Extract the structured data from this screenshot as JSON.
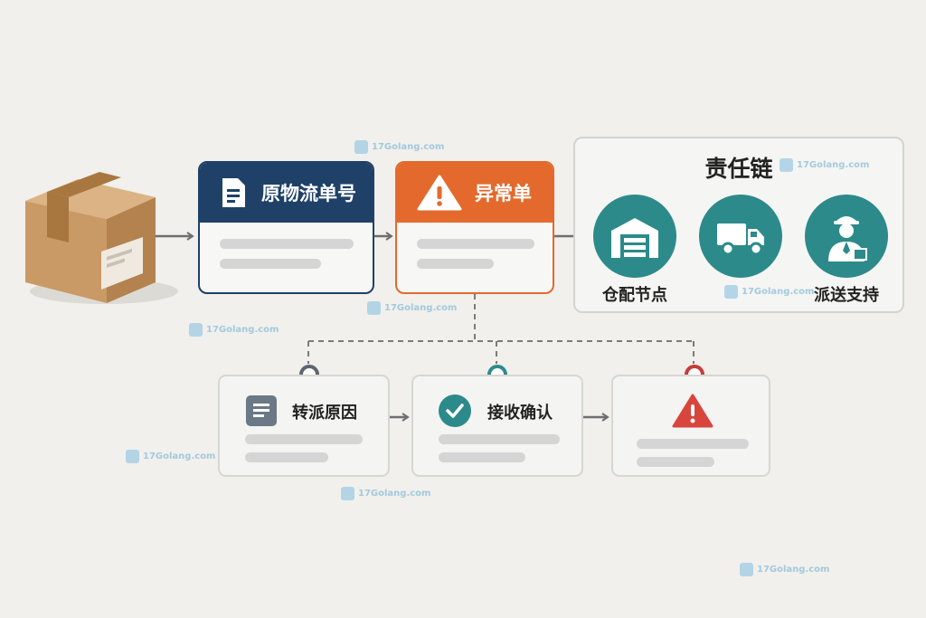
{
  "colors": {
    "navy": "#1f4168",
    "orange": "#e36a2c",
    "teal": "#2d8a8a",
    "red": "#d8453d",
    "gray_icon": "#6b7886"
  },
  "top_flow": {
    "tracking_card": {
      "title": "原物流单号",
      "icon": "document-icon"
    },
    "exception_card": {
      "title": "异常单",
      "icon": "warning-icon"
    }
  },
  "chain": {
    "title": "责任链",
    "nodes": [
      {
        "label": "仓配节点",
        "icon": "warehouse-icon"
      },
      {
        "label": "",
        "icon": "truck-icon"
      },
      {
        "label": "派送支持",
        "icon": "courier-icon"
      }
    ]
  },
  "bottom_flow": {
    "items": [
      {
        "title": "转派原因",
        "icon": "list-icon"
      },
      {
        "title": "接收确认",
        "icon": "check-icon"
      },
      {
        "title": "",
        "icon": "alert-icon"
      }
    ]
  },
  "watermark": {
    "text": "17Golang.com"
  }
}
